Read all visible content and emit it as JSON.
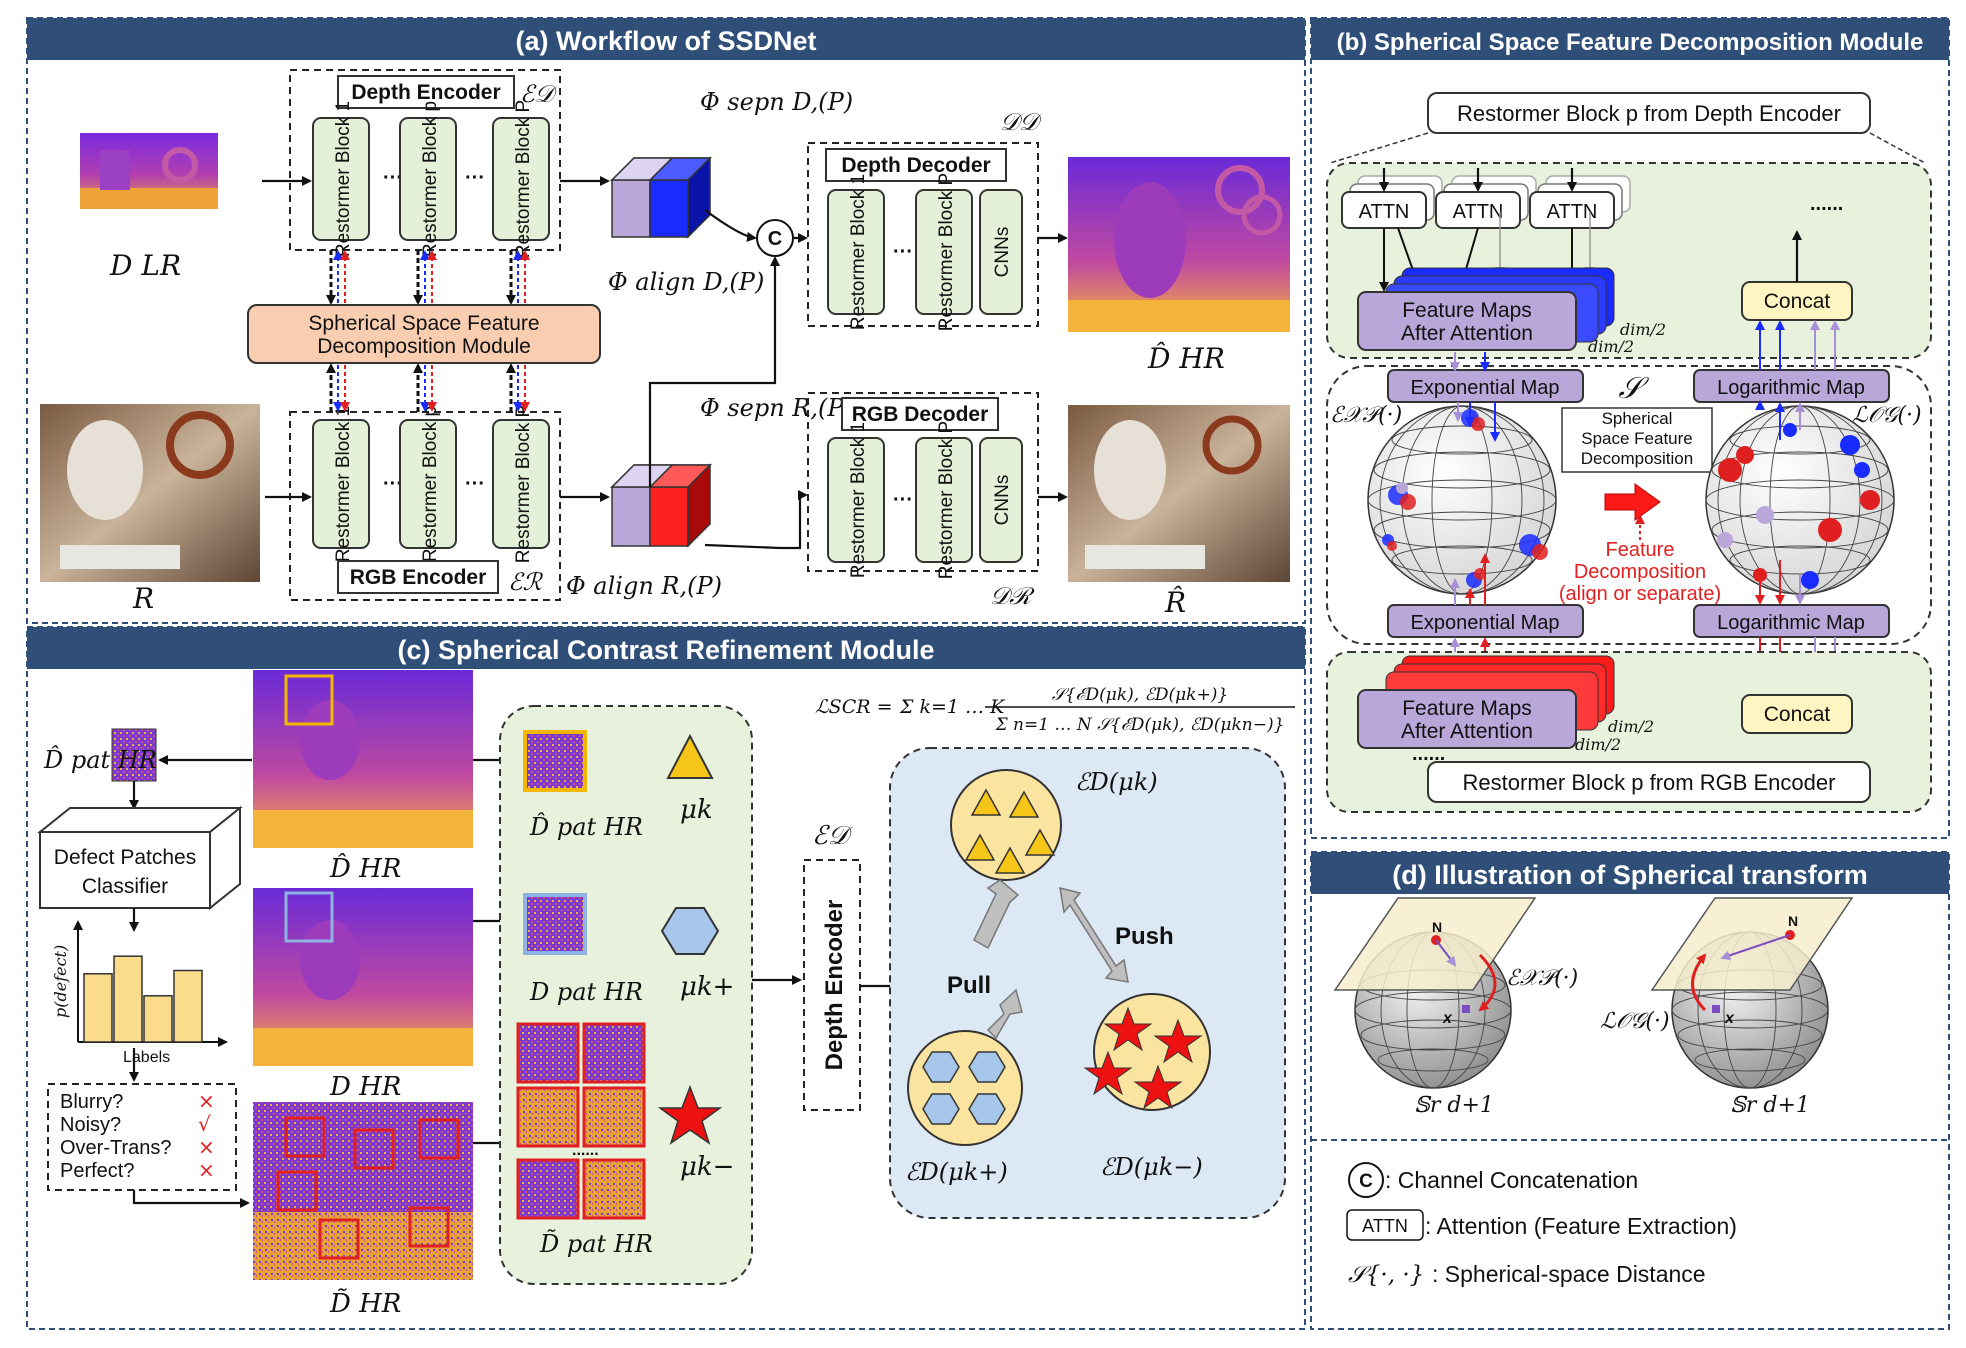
{
  "panel_a": {
    "title": "(a) Workflow of SSDNet",
    "depth_encoder": "Depth Encoder",
    "rgb_encoder": "RGB Encoder",
    "depth_decoder": "Depth Decoder",
    "rgb_decoder": "RGB Decoder",
    "block1": "Restormer Block 1",
    "blockp": "Restormer Block p",
    "blockP": "Restormer Block P",
    "cnns": "CNNs",
    "ellipsis": "···",
    "ssfd_line1": "Spherical Space Feature",
    "ssfd_line2": "Decomposition Module",
    "concat_symbol": "C",
    "enc_d_sym": "ℰ𝒟",
    "enc_r_sym": "ℰℛ",
    "dec_d_sym": "𝒟𝒟",
    "dec_r_sym": "𝒟ℛ",
    "phi_sepn_d": "Φ sepn D,(P)",
    "phi_align_d": "Φ align D,(P)",
    "phi_sepn_r": "Φ sepn R,(P)",
    "phi_align_r": "Φ align R,(P)",
    "d_lr": "D LR",
    "r": "R",
    "d_hr_hat": "D̂ HR",
    "r_hat": "R̂"
  },
  "panel_b": {
    "title": "(b) Spherical Space Feature Decomposition Module",
    "top_source": "Restormer Block p from Depth Encoder",
    "bottom_source": "Restormer Block p from RGB Encoder",
    "attn": "ATTN",
    "dots": "......",
    "fmap_line1": "Feature Maps",
    "fmap_line2": "After Attention",
    "dim2": "dim/2",
    "concat": "Concat",
    "exp_map": "Exponential Map",
    "log_map": "Logarithmic Map",
    "s_sym": "𝒮",
    "exp_sym": "ℰ𝒳𝒫(·)",
    "log_sym": "ℒ𝒪𝒢(·)",
    "ssd_line1": "Spherical",
    "ssd_line2": "Space Feature",
    "ssd_line3": "Decomposition",
    "fd_line1": "Feature",
    "fd_line2": "Decomposition",
    "fd_line3": "(align or separate)",
    "colors": {
      "depth": "#1a2bff",
      "rgb": "#ff2020",
      "lilac": "#b9a7d9",
      "concat": "#fff5c2"
    }
  },
  "panel_c": {
    "title": "(c) Spherical Contrast Refinement Module",
    "classifier_line1": "Defect Patches",
    "classifier_line2": "Classifier",
    "ylabel": "p(defect)",
    "xlabel": "Labels",
    "hist_values": [
      0.62,
      0.78,
      0.42,
      0.65
    ],
    "checks": [
      {
        "label": "Blurry?",
        "mark": "×"
      },
      {
        "label": "Noisy?",
        "mark": "√"
      },
      {
        "label": "Over-Trans?",
        "mark": "×"
      },
      {
        "label": "Perfect?",
        "mark": "×"
      }
    ],
    "d_hat_pat": "D̂ pat HR",
    "d_hat_hr": "D̂ HR",
    "d_pat": "D pat HR",
    "d_hr": "D HR",
    "d_tilde_pat": "D̃ pat HR",
    "d_tilde_hr": "D̃ HR",
    "mu_k": "μk",
    "mu_k_plus": "μk+",
    "mu_k_minus": "μk−",
    "depth_encoder_vertical": "Depth Encoder",
    "enc_d_sym": "ℰ𝒟",
    "loss_lhs": "ℒSCR =",
    "loss_sum": "Σ k=1 … K",
    "loss_num": "𝒮{ℰD(μk), ℰD(μk+)}",
    "loss_den": "Σ n=1 … N 𝒮{ℰD(μk), ℰD(μkn−)}",
    "pull": "Pull",
    "push": "Push",
    "e_mu_k": "ℰD(μk)",
    "e_mu_k_plus": "ℰD(μk+)",
    "e_mu_k_minus": "ℰD(μk−)"
  },
  "panel_d": {
    "title": "(d) Illustration of Spherical transform",
    "n_label": "N",
    "x_label": "x",
    "exp": "ℰ𝒳𝒫(·)",
    "log": "ℒ𝒪𝒢(·)",
    "sphere_label": "𝕊r d+1"
  },
  "legend": {
    "c_symbol": "C",
    "c_text": ": Channel Concatenation",
    "attn_symbol": "ATTN",
    "attn_text": ": Attention (Feature Extraction)",
    "s_symbol": "𝒮{·, ·}",
    "s_text": ": Spherical-space Distance"
  }
}
